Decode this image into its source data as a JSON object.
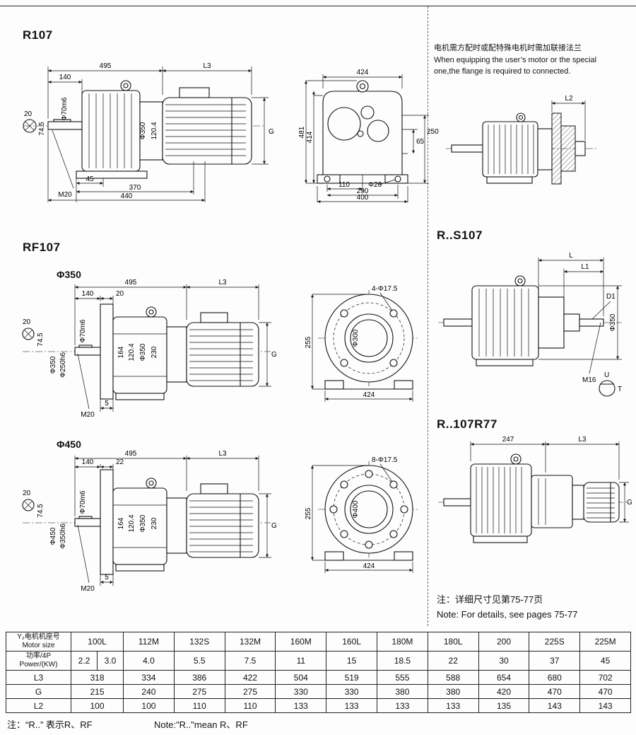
{
  "titles": {
    "r107": "R107",
    "rf107": "RF107",
    "v350": "Φ350",
    "v450": "Φ450",
    "rs107": "R..S107",
    "r107r77": "R..107R77"
  },
  "flange_note": {
    "cn": "电机需方配时或配特殊电机时需加联接法兰",
    "en1": "When equipping the user’s motor or the special",
    "en2": "one,the flange is required to connected."
  },
  "r107_main": {
    "d495": "495",
    "l3": "L3",
    "d140": "140",
    "d20": "20",
    "d74_5": "74.5",
    "phi70m6": "Φ70m6",
    "phi350": "Φ350",
    "d120_4": "120.4",
    "g": "G",
    "m20": "M20",
    "d45": "45",
    "d370": "370",
    "d440": "440"
  },
  "r107_front": {
    "d424": "424",
    "d481": "481",
    "d414": "414",
    "d65": "65",
    "d250": "250",
    "d110": "110",
    "phi26": "Φ26",
    "d290": "290",
    "d400": "400"
  },
  "flange_drawing": {
    "l2": "L2"
  },
  "rf350_main": {
    "d495": "495",
    "l3": "L3",
    "d140": "140",
    "d20top": "20",
    "d20": "20",
    "d74_5": "74.5",
    "phi70m6": "Φ70m6",
    "phi350": "Φ350",
    "phi250h6": "Φ250h6",
    "d164": "164",
    "d120_4": "120.4",
    "phi350b": "Φ350",
    "d230": "230",
    "g": "G",
    "m20": "M20",
    "d5": "5"
  },
  "rf350_front": {
    "holes": "4-Φ17.5",
    "phi300": "Φ300",
    "d255": "255",
    "d424": "424"
  },
  "rf450_main": {
    "d495": "495",
    "l3": "L3",
    "d140": "140",
    "d22top": "22",
    "d20": "20",
    "d74_5": "74.5",
    "phi70m6": "Φ70m6",
    "phi450": "Φ450",
    "phi350h6": "Φ350h6",
    "d164": "164",
    "d120_4": "120.4",
    "phi350": "Φ350",
    "d230": "230",
    "g": "G",
    "m20": "M20",
    "d5": "5"
  },
  "rf450_front": {
    "holes": "8-Φ17.5",
    "phi400": "Φ400",
    "d255": "255",
    "d424": "424"
  },
  "rs107_dims": {
    "l": "L",
    "l1": "L1",
    "d1": "D1",
    "phi350": "Φ350",
    "m16": "M16",
    "u": "U",
    "t": "T"
  },
  "r107r77_dims": {
    "d247": "247",
    "l3": "L3",
    "g": "G"
  },
  "page_note": {
    "cn": "注：详细尺寸见第75-77页",
    "en": "Note: For details, see pages 75-77"
  },
  "table": {
    "motor_cn": "Y₂电机机座号",
    "motor_en": "Motor size",
    "power_cn": "功率/4P",
    "power_en": "Power/(KW)",
    "sizes": [
      "100L",
      "112M",
      "132S",
      "132M",
      "160M",
      "160L",
      "180M",
      "180L",
      "200",
      "225S",
      "225M"
    ],
    "power": [
      "2.2",
      "3.0",
      "4.0",
      "5.5",
      "7.5",
      "11",
      "15",
      "18.5",
      "22",
      "30",
      "37",
      "45"
    ],
    "rows": [
      {
        "label": "L3",
        "values": [
          "318",
          "334",
          "386",
          "422",
          "504",
          "519",
          "555",
          "588",
          "654",
          "680",
          "702"
        ]
      },
      {
        "label": "G",
        "values": [
          "215",
          "240",
          "275",
          "275",
          "330",
          "330",
          "380",
          "380",
          "420",
          "470",
          "470"
        ]
      },
      {
        "label": "L2",
        "values": [
          "100",
          "100",
          "110",
          "110",
          "133",
          "133",
          "133",
          "133",
          "135",
          "143",
          "143"
        ]
      }
    ]
  },
  "footer": {
    "cn": "注：“R..” 表示R、RF",
    "en": "Note:\"R..\"mean R、RF"
  }
}
